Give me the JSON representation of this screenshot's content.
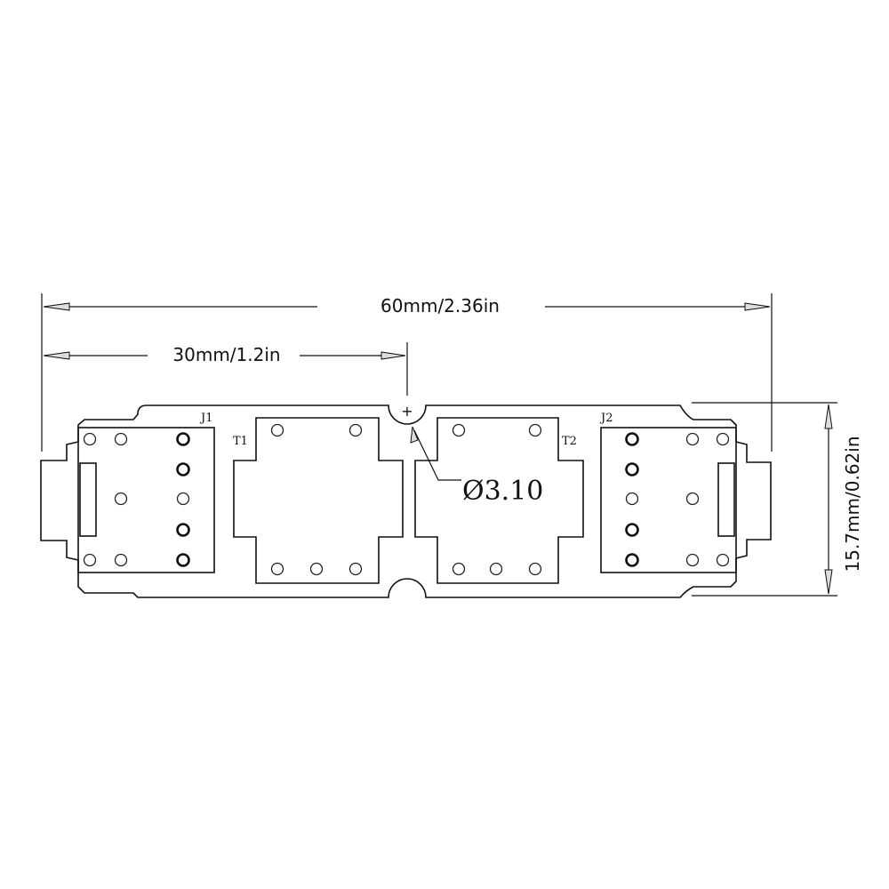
{
  "dimensions": {
    "overall_width": "60mm/2.36in",
    "half_width": "30mm/1.2in",
    "height": "15.7mm/0.62in",
    "hole_diameter": "Ø3.10"
  },
  "designators": {
    "j1": "J1",
    "j2": "J2",
    "t1": "T1",
    "t2": "T2"
  },
  "mount_mark": "+"
}
